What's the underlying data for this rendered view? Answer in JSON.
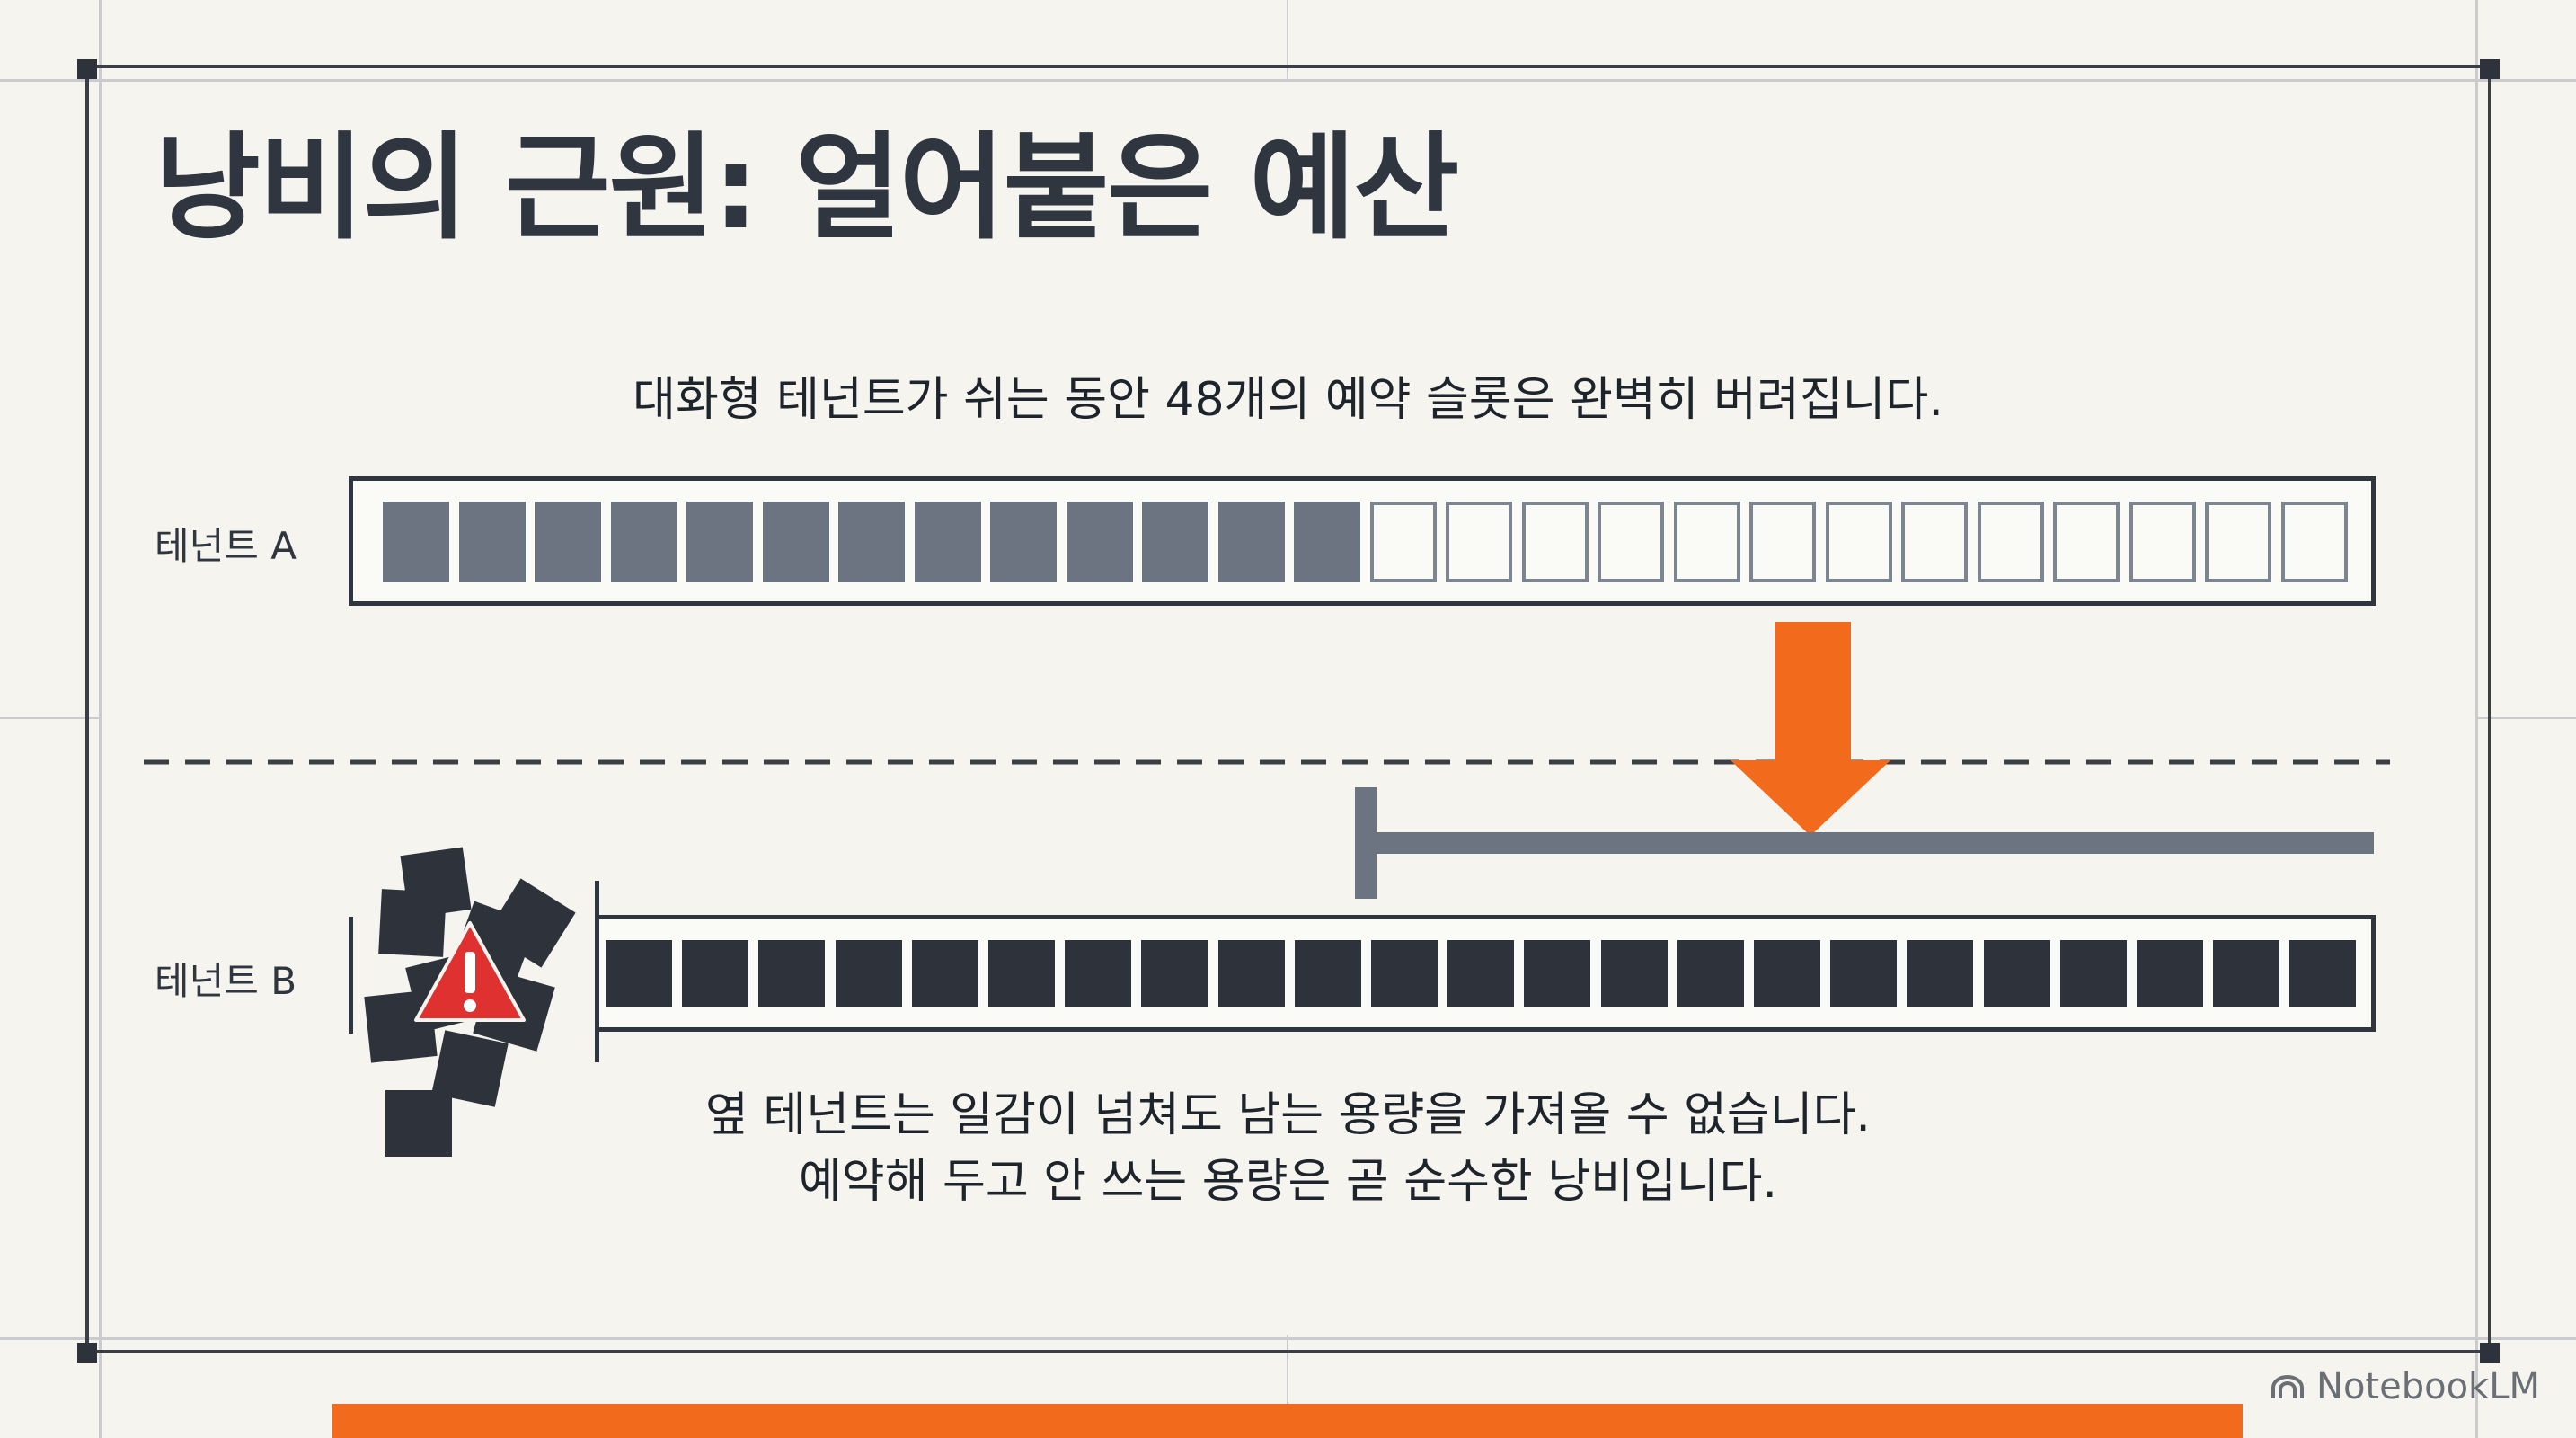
{
  "title": "낭비의 근원: 얼어붙은 예산",
  "top_caption": "대화형 테넌트가 쉬는 동안 48개의 예약 슬롯은 완벽히 버려집니다.",
  "tenant_a": {
    "label": "테넌트 A",
    "used_slots": 13,
    "empty_slots": 13
  },
  "tenant_b": {
    "label": "테넌트 B",
    "full_slots": 23
  },
  "bottom_caption": [
    "옆 테넌트는 일감이 넘쳐도 남는 용량을 가져올 수 없습니다.",
    "예약해 두고 안 쓰는 용량은 곧 순수한 낭비입니다."
  ],
  "brand": "NotebookLM",
  "colors": {
    "accent": "#f26b1d",
    "warning": "#e03131",
    "dark": "#2e333b",
    "slot_used": "#6b7480"
  }
}
